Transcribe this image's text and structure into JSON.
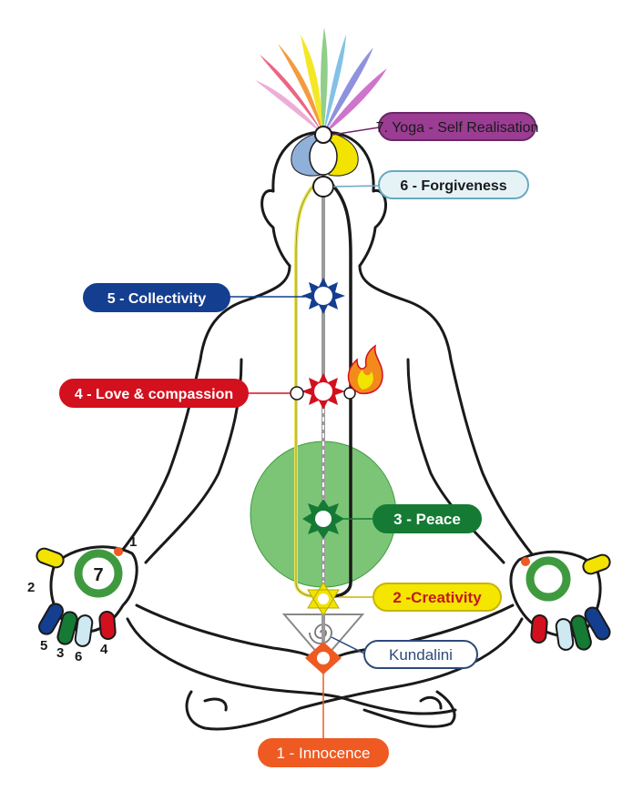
{
  "chakras": [
    {
      "number": "1",
      "text": "1 - Innocence",
      "fill": "#ee5a22",
      "text_color": "#ffffff",
      "stroke": "#ee5a22"
    },
    {
      "number": "2",
      "text": "2 -Creativity",
      "fill": "#f5e600",
      "text_color": "#c0191e",
      "stroke": "#c9b400"
    },
    {
      "number": "3",
      "text": "3 - Peace",
      "fill": "#157a34",
      "text_color": "#ffffff",
      "stroke": "#157a34"
    },
    {
      "number": "4",
      "text": "4 - Love & compassion",
      "fill": "#d3101e",
      "text_color": "#ffffff",
      "stroke": "#d3101e"
    },
    {
      "number": "5",
      "text": "5  - Collectivity",
      "fill": "#143e8f",
      "text_color": "#ffffff",
      "stroke": "#143e8f"
    },
    {
      "number": "6",
      "text": "6 - Forgiveness",
      "fill": "#e5f3f7",
      "text_color": "#1a1a1a",
      "stroke": "#6aa9c0"
    },
    {
      "number": "7",
      "text": "7. Yoga - Self Realisation",
      "fill": "#9a3d93",
      "text_color": "#1a1a1a",
      "stroke": "#6b2766"
    }
  ],
  "kundalini": {
    "text": "Kundalini",
    "fill": "#ffffff",
    "text_color": "#2e4a7a",
    "stroke": "#2e4a7a"
  },
  "left_hand": {
    "center_number": "7",
    "finger_numbers": [
      "1",
      "2",
      "5",
      "3",
      "6",
      "4"
    ]
  },
  "colors": {
    "outline": "#1a1a1a",
    "peace_disc": "#7cc576",
    "left_channel": "#e8e35a",
    "central_channel": "#9a9a9a",
    "collectivity_star": "#143e8f",
    "love_star": "#d3101e",
    "peace_star": "#157a34",
    "creativity_star": "#f5e600",
    "innocence_star": "#ee5a22",
    "flame": "#f28a1c",
    "hand_ring": "#3f9a3f",
    "finger_yellow": "#f2e300",
    "finger_blue": "#143e8f",
    "finger_green": "#157a34",
    "finger_red": "#d3101e",
    "finger_lightblue": "#cfe9f2",
    "finger_orange": "#ee5a22"
  },
  "icons": [
    "rainbow-petals-icon",
    "flame-icon",
    "spiral-icon",
    "star-chakra-icon"
  ]
}
